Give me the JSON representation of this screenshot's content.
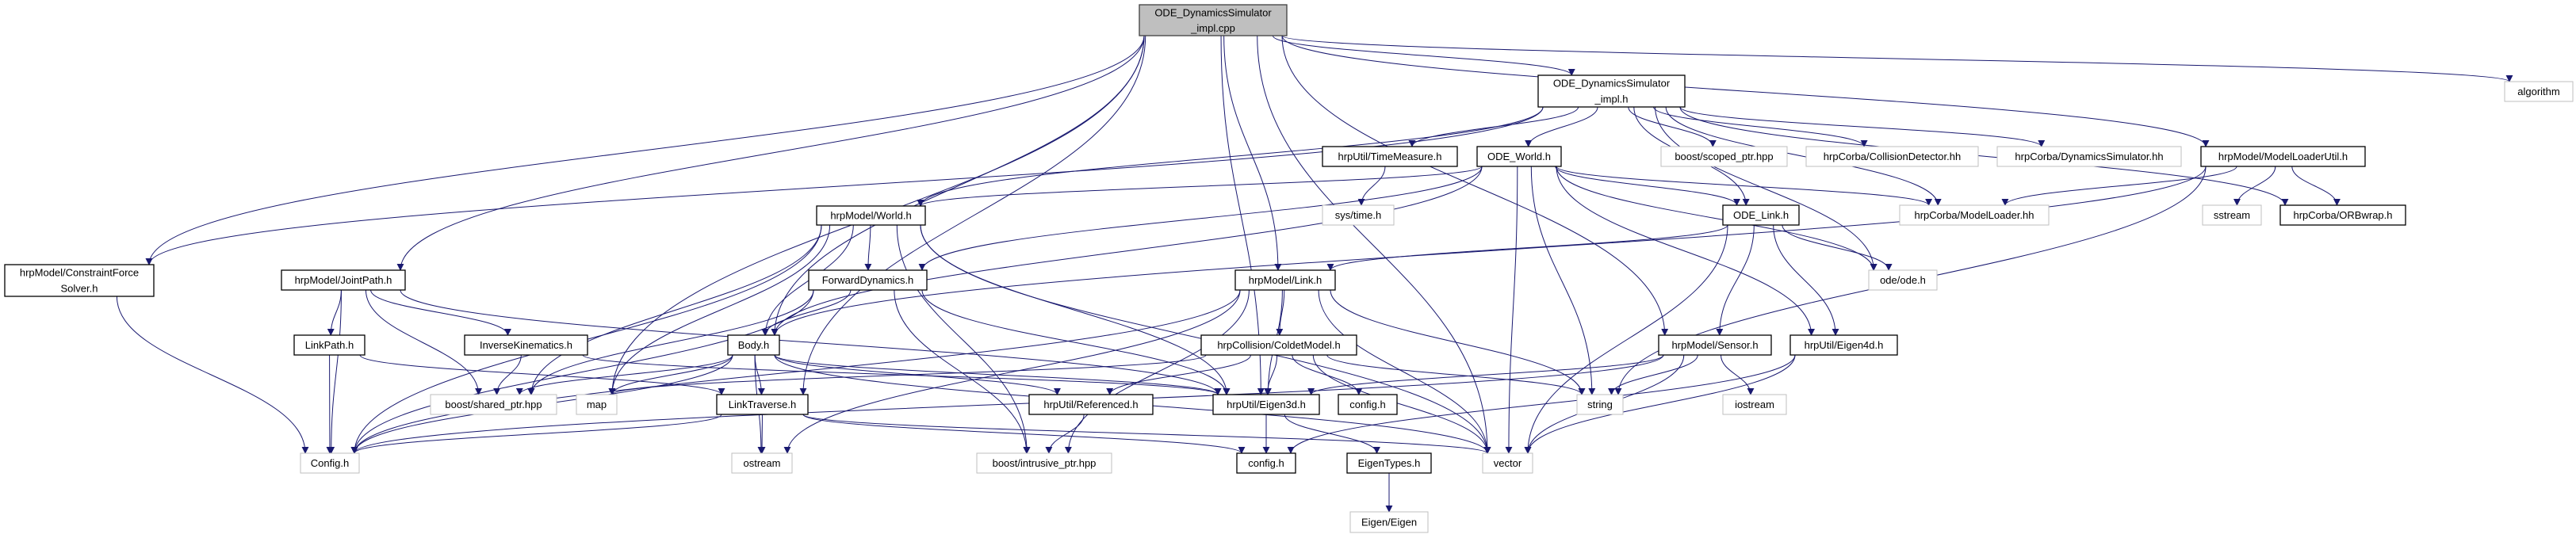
{
  "colors": {
    "edge": "#191970",
    "root_fill": "#bfbfbf",
    "documented_border": "#000000",
    "external_border": "#bfbfbf",
    "node_fill": "#ffffff"
  },
  "nodes": [
    {
      "id": "cpp",
      "lines": [
        "ODE_DynamicsSimulator",
        "_impl.cpp"
      ],
      "kind": "root"
    },
    {
      "id": "impl_h",
      "lines": [
        "ODE_DynamicsSimulator",
        "_impl.h"
      ],
      "kind": "documented"
    },
    {
      "id": "algorithm",
      "lines": [
        "algorithm"
      ],
      "kind": "external"
    },
    {
      "id": "timemeasure",
      "lines": [
        "hrpUtil/TimeMeasure.h"
      ],
      "kind": "documented"
    },
    {
      "id": "ode_world",
      "lines": [
        "ODE_World.h"
      ],
      "kind": "documented"
    },
    {
      "id": "scoped_ptr",
      "lines": [
        "boost/scoped_ptr.hpp"
      ],
      "kind": "external"
    },
    {
      "id": "collisiondetector",
      "lines": [
        "hrpCorba/CollisionDetector.hh"
      ],
      "kind": "external"
    },
    {
      "id": "dynamicssimulator",
      "lines": [
        "hrpCorba/DynamicsSimulator.hh"
      ],
      "kind": "external"
    },
    {
      "id": "modelloaderutil",
      "lines": [
        "hrpModel/ModelLoaderUtil.h"
      ],
      "kind": "documented"
    },
    {
      "id": "world",
      "lines": [
        "hrpModel/World.h"
      ],
      "kind": "documented"
    },
    {
      "id": "systime",
      "lines": [
        "sys/time.h"
      ],
      "kind": "external"
    },
    {
      "id": "ode_link",
      "lines": [
        "ODE_Link.h"
      ],
      "kind": "documented"
    },
    {
      "id": "modelloader",
      "lines": [
        "hrpCorba/ModelLoader.hh"
      ],
      "kind": "external"
    },
    {
      "id": "sstream",
      "lines": [
        "sstream"
      ],
      "kind": "external"
    },
    {
      "id": "orbwrap",
      "lines": [
        "hrpCorba/ORBwrap.h"
      ],
      "kind": "documented"
    },
    {
      "id": "constraint",
      "lines": [
        "hrpModel/ConstraintForce",
        "Solver.h"
      ],
      "kind": "documented"
    },
    {
      "id": "jointpath",
      "lines": [
        "hrpModel/JointPath.h"
      ],
      "kind": "documented"
    },
    {
      "id": "forwarddynamics",
      "lines": [
        "ForwardDynamics.h"
      ],
      "kind": "documented"
    },
    {
      "id": "link",
      "lines": [
        "hrpModel/Link.h"
      ],
      "kind": "documented"
    },
    {
      "id": "ode_h",
      "lines": [
        "ode/ode.h"
      ],
      "kind": "external"
    },
    {
      "id": "linkpath",
      "lines": [
        "LinkPath.h"
      ],
      "kind": "documented"
    },
    {
      "id": "inversekinematics",
      "lines": [
        "InverseKinematics.h"
      ],
      "kind": "documented"
    },
    {
      "id": "body",
      "lines": [
        "Body.h"
      ],
      "kind": "documented"
    },
    {
      "id": "coldetmodel",
      "lines": [
        "hrpCollision/ColdetModel.h"
      ],
      "kind": "documented"
    },
    {
      "id": "sensor",
      "lines": [
        "hrpModel/Sensor.h"
      ],
      "kind": "documented"
    },
    {
      "id": "eigen4d",
      "lines": [
        "hrpUtil/Eigen4d.h"
      ],
      "kind": "documented"
    },
    {
      "id": "shared_ptr",
      "lines": [
        "boost/shared_ptr.hpp"
      ],
      "kind": "external"
    },
    {
      "id": "map",
      "lines": [
        "map"
      ],
      "kind": "external"
    },
    {
      "id": "linktraverse",
      "lines": [
        "LinkTraverse.h"
      ],
      "kind": "documented"
    },
    {
      "id": "referenced",
      "lines": [
        "hrpUtil/Referenced.h"
      ],
      "kind": "documented"
    },
    {
      "id": "eigen3d",
      "lines": [
        "hrpUtil/Eigen3d.h"
      ],
      "kind": "documented"
    },
    {
      "id": "config_upper",
      "lines": [
        "config.h"
      ],
      "kind": "documented"
    },
    {
      "id": "string",
      "lines": [
        "string"
      ],
      "kind": "external"
    },
    {
      "id": "iostream",
      "lines": [
        "iostream"
      ],
      "kind": "external"
    },
    {
      "id": "config_cap",
      "lines": [
        "Config.h"
      ],
      "kind": "external"
    },
    {
      "id": "ostream",
      "lines": [
        "ostream"
      ],
      "kind": "external"
    },
    {
      "id": "intrusive_ptr",
      "lines": [
        "boost/intrusive_ptr.hpp"
      ],
      "kind": "external"
    },
    {
      "id": "config_lower",
      "lines": [
        "config.h"
      ],
      "kind": "documented"
    },
    {
      "id": "eigentypes",
      "lines": [
        "EigenTypes.h"
      ],
      "kind": "documented"
    },
    {
      "id": "vector",
      "lines": [
        "vector"
      ],
      "kind": "external"
    },
    {
      "id": "eigen_eigen",
      "lines": [
        "Eigen/Eigen"
      ],
      "kind": "external"
    }
  ],
  "edges": [
    [
      "cpp",
      "impl_h"
    ],
    [
      "cpp",
      "algorithm"
    ],
    [
      "cpp",
      "modelloaderutil"
    ],
    [
      "cpp",
      "constraint"
    ],
    [
      "cpp",
      "jointpath"
    ],
    [
      "cpp",
      "map"
    ],
    [
      "cpp",
      "body"
    ],
    [
      "cpp",
      "linktraverse"
    ],
    [
      "cpp",
      "link"
    ],
    [
      "cpp",
      "eigen3d"
    ],
    [
      "cpp",
      "vector"
    ],
    [
      "cpp",
      "sensor"
    ],
    [
      "impl_h",
      "constraint"
    ],
    [
      "impl_h",
      "world"
    ],
    [
      "impl_h",
      "timemeasure"
    ],
    [
      "impl_h",
      "ode_world"
    ],
    [
      "impl_h",
      "scoped_ptr"
    ],
    [
      "impl_h",
      "collisiondetector"
    ],
    [
      "impl_h",
      "dynamicssimulator"
    ],
    [
      "impl_h",
      "orbwrap"
    ],
    [
      "impl_h",
      "ode_link"
    ],
    [
      "impl_h",
      "modelloader"
    ],
    [
      "impl_h",
      "ode_h"
    ],
    [
      "timemeasure",
      "systime"
    ],
    [
      "ode_world",
      "world"
    ],
    [
      "ode_world",
      "forwarddynamics"
    ],
    [
      "ode_world",
      "body"
    ],
    [
      "ode_world",
      "string"
    ],
    [
      "ode_world",
      "ode_link"
    ],
    [
      "ode_world",
      "modelloader"
    ],
    [
      "ode_world",
      "ode_h"
    ],
    [
      "ode_world",
      "eigen4d"
    ],
    [
      "ode_world",
      "vector"
    ],
    [
      "world",
      "config_cap"
    ],
    [
      "world",
      "shared_ptr"
    ],
    [
      "world",
      "forwarddynamics"
    ],
    [
      "world",
      "body"
    ],
    [
      "world",
      "map"
    ],
    [
      "world",
      "eigen3d"
    ],
    [
      "world",
      "intrusive_ptr"
    ],
    [
      "world",
      "vector"
    ],
    [
      "forwarddynamics",
      "config_cap"
    ],
    [
      "forwarddynamics",
      "shared_ptr"
    ],
    [
      "forwarddynamics",
      "body"
    ],
    [
      "forwarddynamics",
      "eigen3d"
    ],
    [
      "forwarddynamics",
      "intrusive_ptr"
    ],
    [
      "constraint",
      "config_cap"
    ],
    [
      "jointpath",
      "config_cap"
    ],
    [
      "jointpath",
      "linkpath"
    ],
    [
      "jointpath",
      "inversekinematics"
    ],
    [
      "jointpath",
      "shared_ptr"
    ],
    [
      "jointpath",
      "eigen3d"
    ],
    [
      "linkpath",
      "config_cap"
    ],
    [
      "linkpath",
      "linktraverse"
    ],
    [
      "inversekinematics",
      "shared_ptr"
    ],
    [
      "inversekinematics",
      "eigen3d"
    ],
    [
      "body",
      "shared_ptr"
    ],
    [
      "body",
      "map"
    ],
    [
      "body",
      "linktraverse"
    ],
    [
      "body",
      "config_cap"
    ],
    [
      "body",
      "ostream"
    ],
    [
      "body",
      "referenced"
    ],
    [
      "body",
      "eigen3d"
    ],
    [
      "body",
      "vector"
    ],
    [
      "linktraverse",
      "config_cap"
    ],
    [
      "linktraverse",
      "ostream"
    ],
    [
      "linktraverse",
      "vector"
    ],
    [
      "linktraverse",
      "config_lower"
    ],
    [
      "link",
      "coldetmodel"
    ],
    [
      "link",
      "eigen3d"
    ],
    [
      "link",
      "string"
    ],
    [
      "link",
      "vector"
    ],
    [
      "link",
      "ostream"
    ],
    [
      "link",
      "intrusive_ptr"
    ],
    [
      "link",
      "config_cap"
    ],
    [
      "coldetmodel",
      "referenced"
    ],
    [
      "coldetmodel",
      "eigen3d"
    ],
    [
      "coldetmodel",
      "config_upper"
    ],
    [
      "coldetmodel",
      "string"
    ],
    [
      "coldetmodel",
      "vector"
    ],
    [
      "coldetmodel",
      "map"
    ],
    [
      "referenced",
      "intrusive_ptr"
    ],
    [
      "eigen3d",
      "config_lower"
    ],
    [
      "eigen3d",
      "eigentypes"
    ],
    [
      "eigentypes",
      "eigen_eigen"
    ],
    [
      "ode_link",
      "link"
    ],
    [
      "ode_link",
      "sensor"
    ],
    [
      "ode_link",
      "eigen4d"
    ],
    [
      "ode_link",
      "ode_h"
    ],
    [
      "ode_link",
      "vector"
    ],
    [
      "sensor",
      "eigen3d"
    ],
    [
      "sensor",
      "string"
    ],
    [
      "sensor",
      "iostream"
    ],
    [
      "sensor",
      "vector"
    ],
    [
      "sensor",
      "config_cap"
    ],
    [
      "eigen4d",
      "config_lower"
    ],
    [
      "eigen4d",
      "vector"
    ],
    [
      "modelloaderutil",
      "body"
    ],
    [
      "modelloaderutil",
      "modelloader"
    ],
    [
      "modelloaderutil",
      "string"
    ],
    [
      "modelloaderutil",
      "sstream"
    ],
    [
      "modelloaderutil",
      "orbwrap"
    ]
  ]
}
